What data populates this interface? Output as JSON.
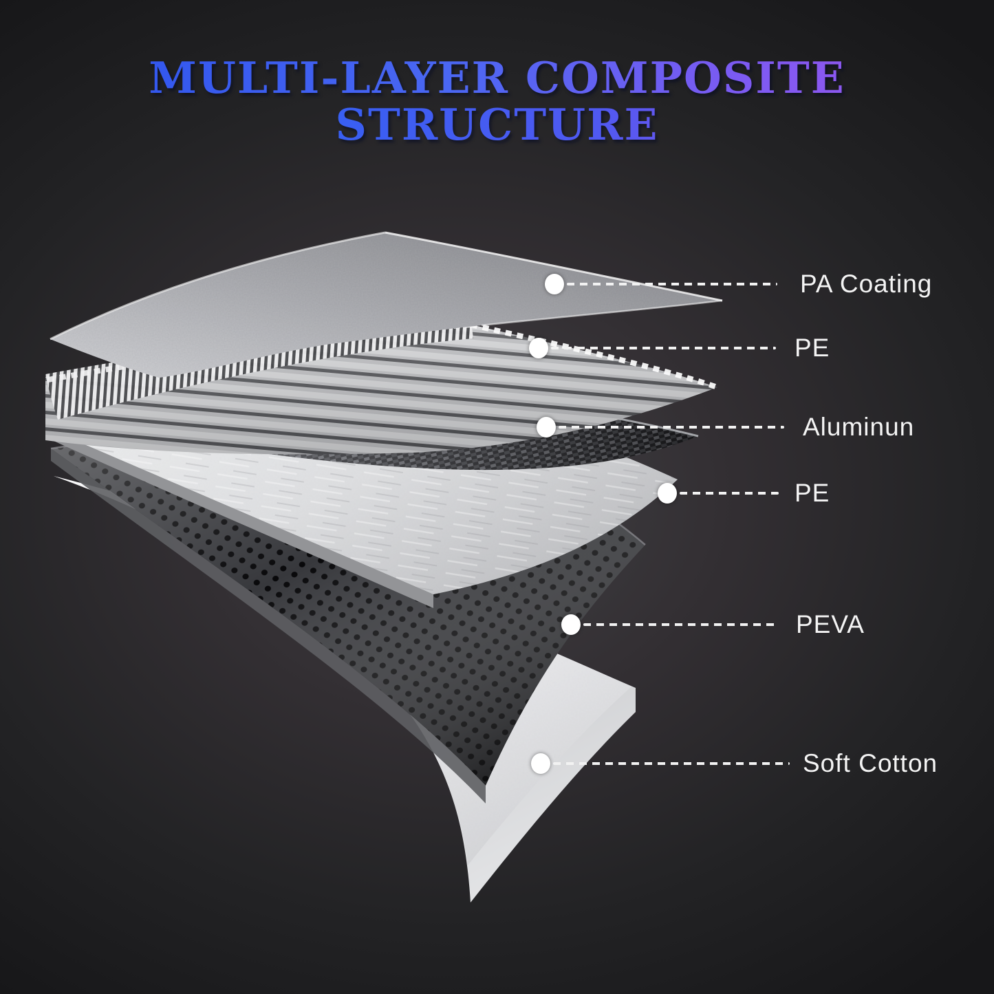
{
  "title": {
    "line1": "MULTI-LAYER COMPOSITE",
    "line2": "STRUCTURE"
  },
  "callouts": [
    {
      "label": "PA Coating"
    },
    {
      "label": "PE"
    },
    {
      "label": "Aluminun"
    },
    {
      "label": "PE"
    },
    {
      "label": "PEVA"
    },
    {
      "label": "Soft Cotton"
    }
  ],
  "colors": {
    "title_gradient_start": "#3156ee",
    "title_gradient_end": "#9a55ee",
    "label_text": "#f4f4f4",
    "callout_dot": "#ffffff",
    "background_center": "#414144",
    "background_edge": "#171719"
  }
}
